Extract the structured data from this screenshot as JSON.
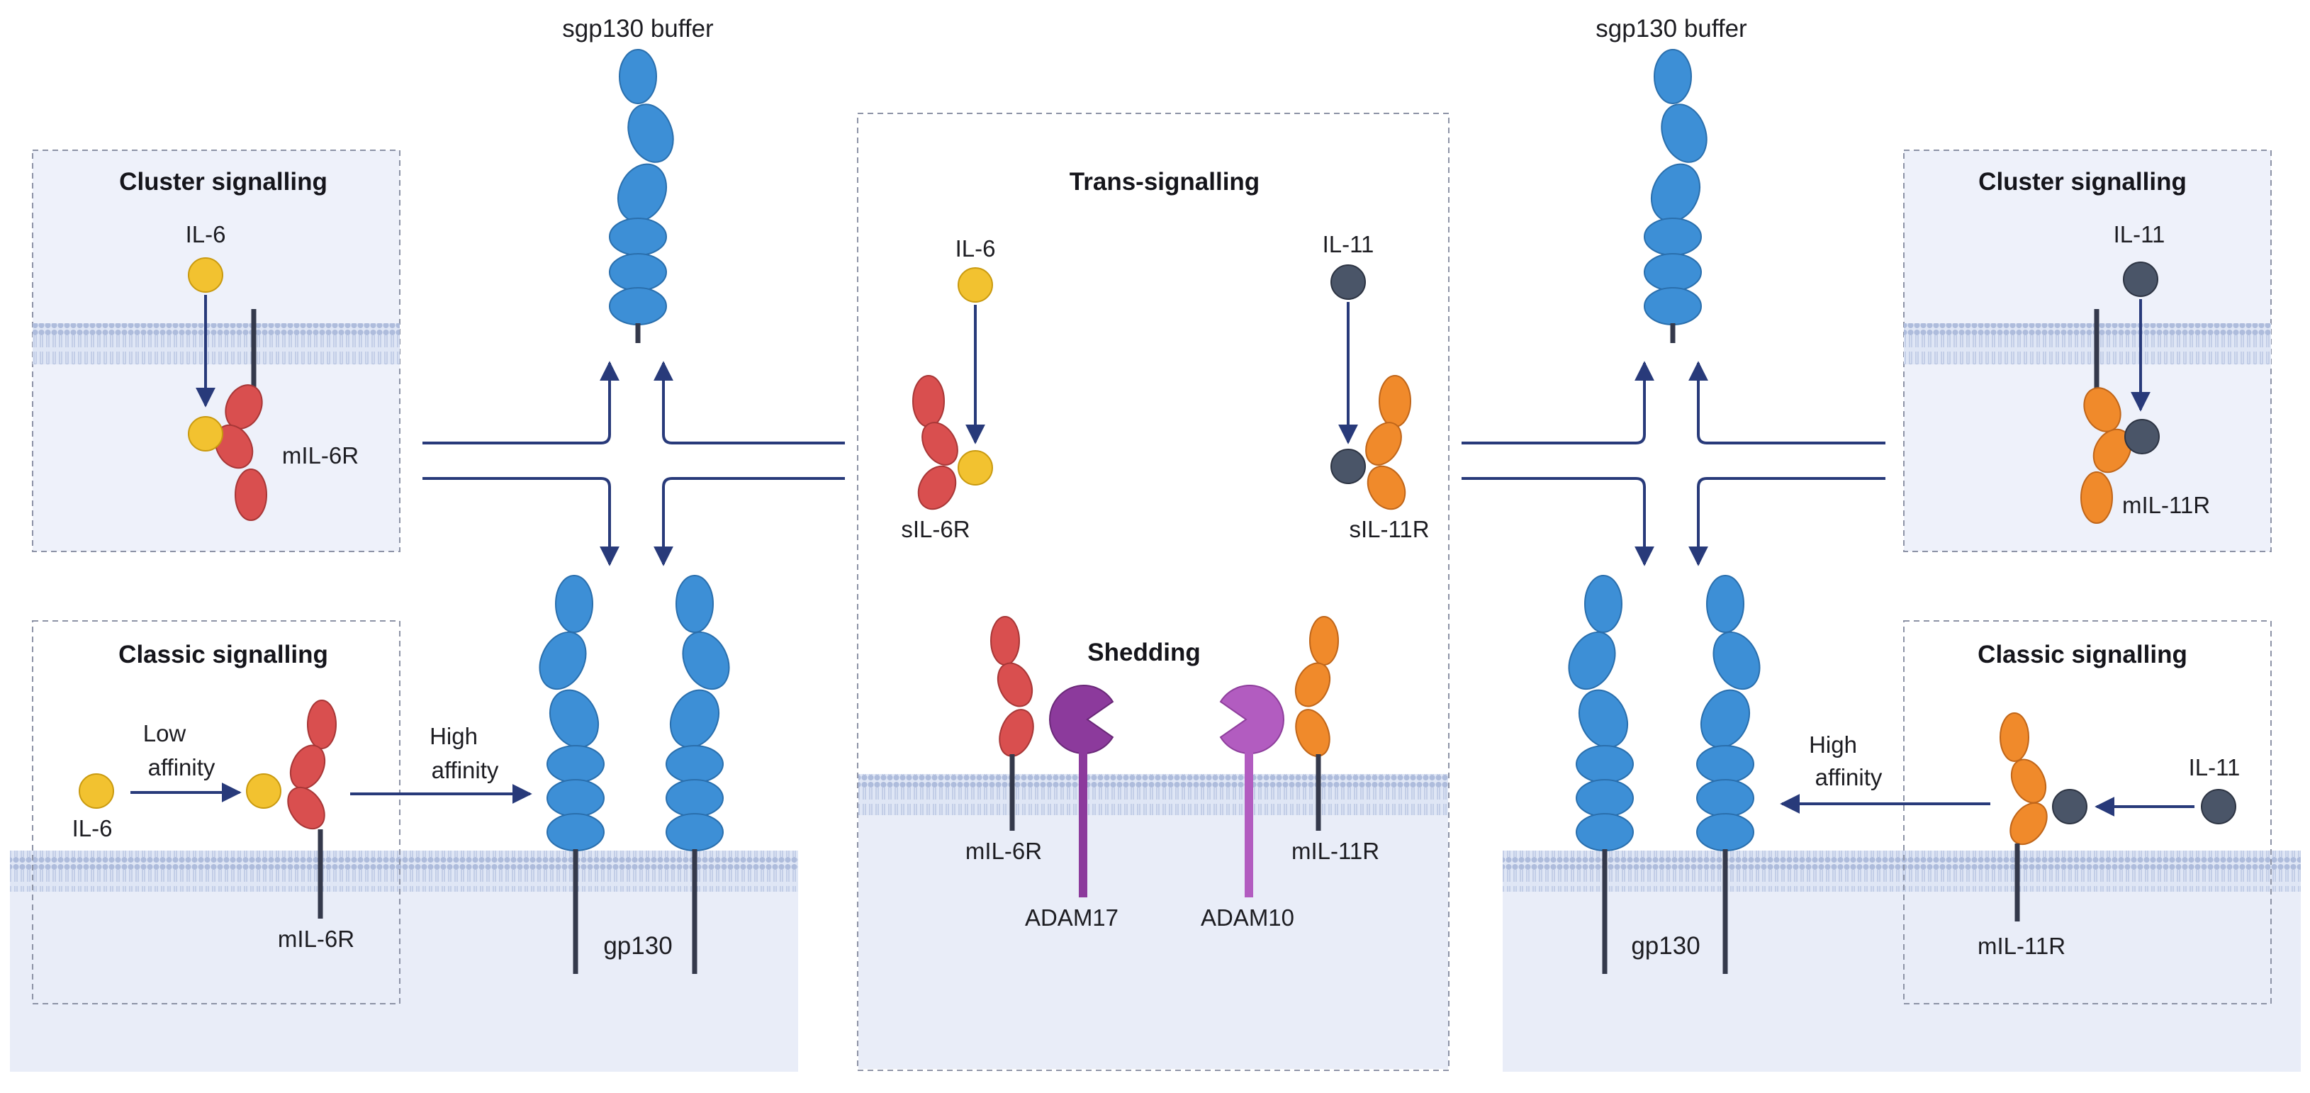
{
  "left": {
    "buffer_label": "sgp130 buffer",
    "cluster": {
      "title": "Cluster signalling",
      "ligand": "IL-6",
      "receptor": "mIL-6R"
    },
    "classic": {
      "title": "Classic signalling",
      "ligand": "IL-6",
      "low_affinity": [
        "Low",
        "affinity"
      ],
      "receptor": "mIL-6R"
    },
    "high_affinity": [
      "High",
      "affinity"
    ],
    "gp130": "gp130"
  },
  "center": {
    "trans_title": "Trans-signalling",
    "il6": "IL-6",
    "il11": "IL-11",
    "sil6r": "sIL-6R",
    "sil11r": "sIL-11R",
    "shedding_title": "Shedding",
    "mil6r": "mIL-6R",
    "mil11r": "mIL-11R",
    "adam17": "ADAM17",
    "adam10": "ADAM10"
  },
  "right": {
    "buffer_label": "sgp130 buffer",
    "cluster": {
      "title": "Cluster signalling",
      "ligand": "IL-11",
      "receptor": "mIL-11R"
    },
    "classic": {
      "title": "Classic signalling",
      "ligand": "IL-11",
      "receptor": "mIL-11R"
    },
    "high_affinity": [
      "High",
      "affinity"
    ],
    "gp130": "gp130"
  },
  "colors": {
    "gp130": "#3d8fd6",
    "il6": "#f2c230",
    "il11": "#4a5568",
    "il6r": "#d94f4f",
    "il11r": "#f08a2b",
    "adam17": "#8c3a9c",
    "adam10": "#b25cc0",
    "arrow": "#283a7a",
    "panel": "#edf0fa",
    "membrane": "#c9d4ec"
  }
}
